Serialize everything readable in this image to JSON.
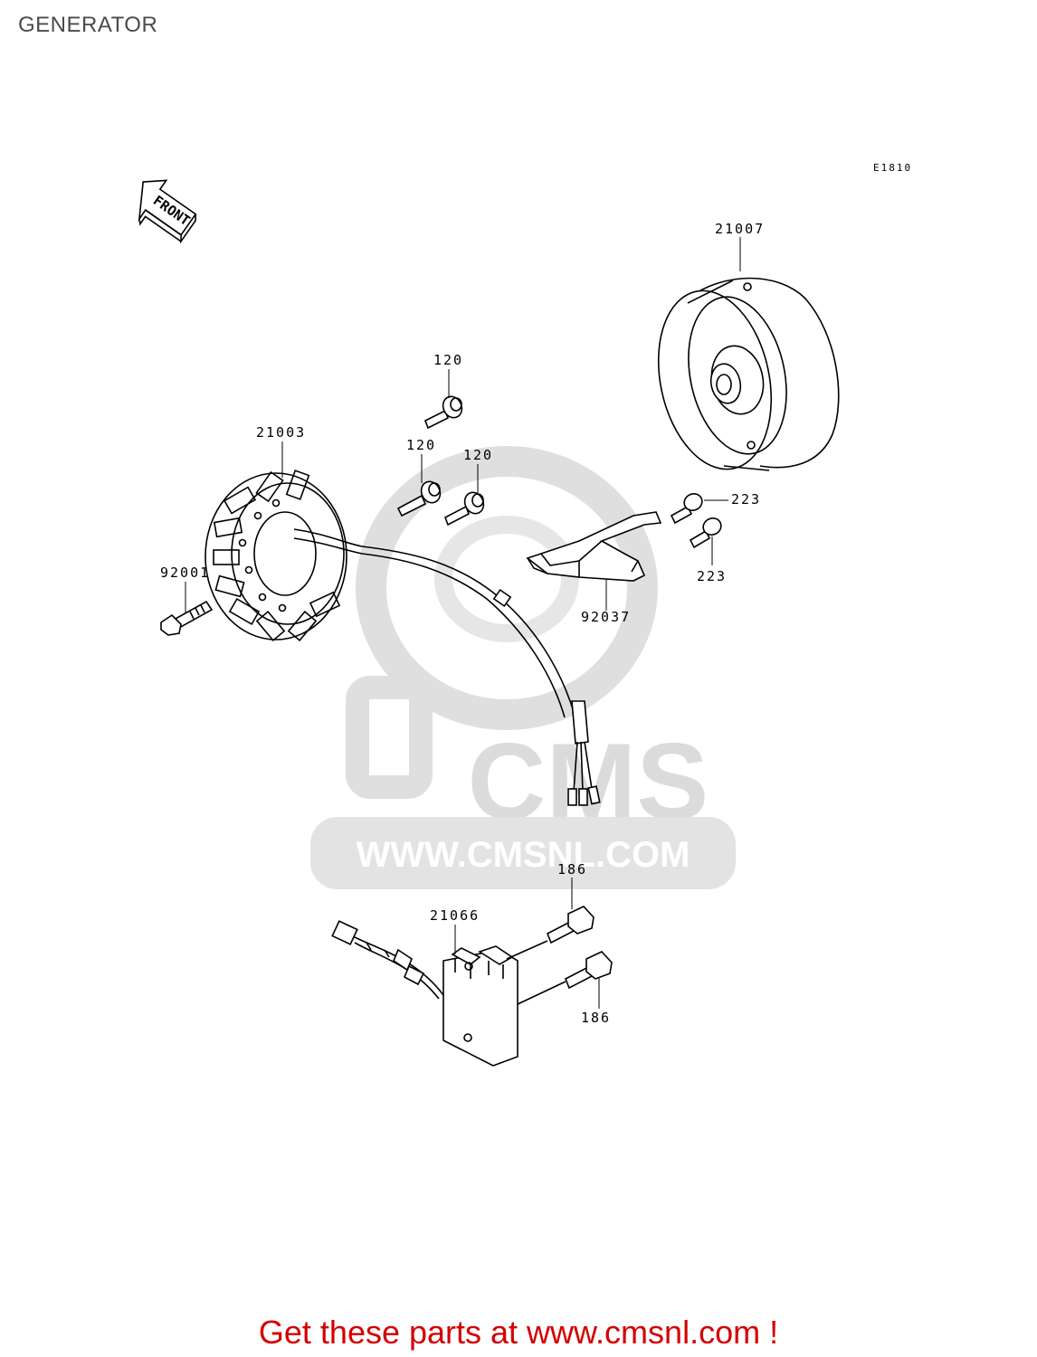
{
  "title": "GENERATOR",
  "diagram_code": "E1810",
  "front_label": "FRONT",
  "watermark": {
    "brand": "CMS",
    "url": "WWW.CMSNL.COM"
  },
  "parts": [
    {
      "id": "flywheel",
      "number": "21007"
    },
    {
      "id": "stator",
      "number": "21003"
    },
    {
      "id": "bolt-top",
      "number": "120"
    },
    {
      "id": "bolt-mid-left",
      "number": "120"
    },
    {
      "id": "bolt-mid-right",
      "number": "120"
    },
    {
      "id": "stator-bolt",
      "number": "92001"
    },
    {
      "id": "screw-upper",
      "number": "223"
    },
    {
      "id": "screw-lower",
      "number": "223"
    },
    {
      "id": "wire-holder",
      "number": "92037"
    },
    {
      "id": "regulator",
      "number": "21066"
    },
    {
      "id": "reg-bolt-upper",
      "number": "186"
    },
    {
      "id": "reg-bolt-lower",
      "number": "186"
    }
  ],
  "footer": "Get these parts at www.cmsnl.com !",
  "colors": {
    "footer": "#d40000",
    "watermark": "#d8d8d8",
    "title": "#4a4a4a"
  }
}
